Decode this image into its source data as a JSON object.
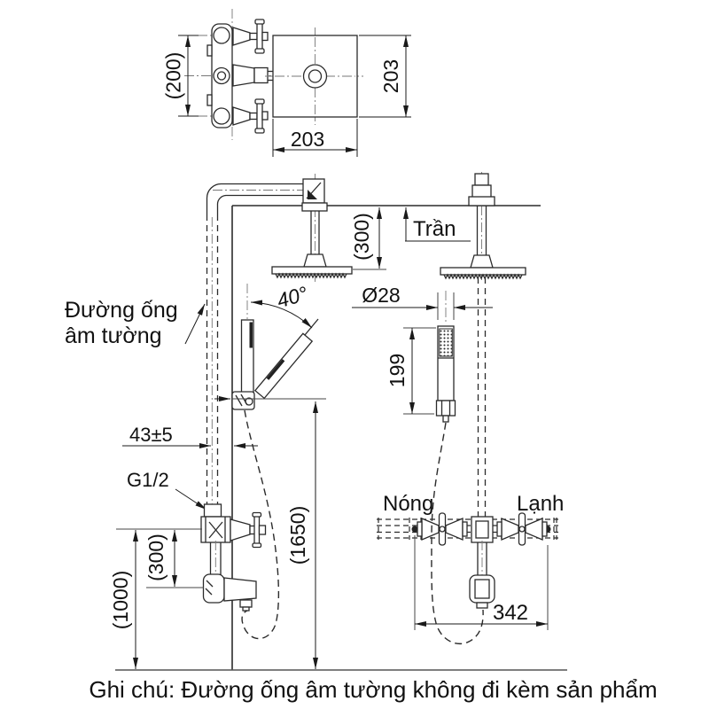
{
  "drawing": {
    "note": "Ghi chú: Đường ống âm tường không đi kèm sản phẩm",
    "labels": {
      "ceiling": "Trần",
      "hot": "Nóng",
      "cold": "Lạnh",
      "concealed_pipe_line1": "Đường ống",
      "concealed_pipe_line2": "âm tường",
      "thread": "G1/2"
    },
    "dimensions": {
      "valve_port_spacing": "(200)",
      "head_width": "203",
      "head_depth": "203",
      "ceiling_to_head": "(300)",
      "hand_shower_diameter": "Ø28",
      "hand_shower_length": "199",
      "swivel_angle": "40°",
      "pipe_to_wall": "43±5",
      "valve_to_spout": "(300)",
      "floor_to_valve": "(1000)",
      "floor_to_holder": "(1650)",
      "valve_width": "342"
    },
    "colors": {
      "line": "#2b2b2b",
      "dim": "#1a1a1a",
      "background": "#ffffff"
    }
  }
}
